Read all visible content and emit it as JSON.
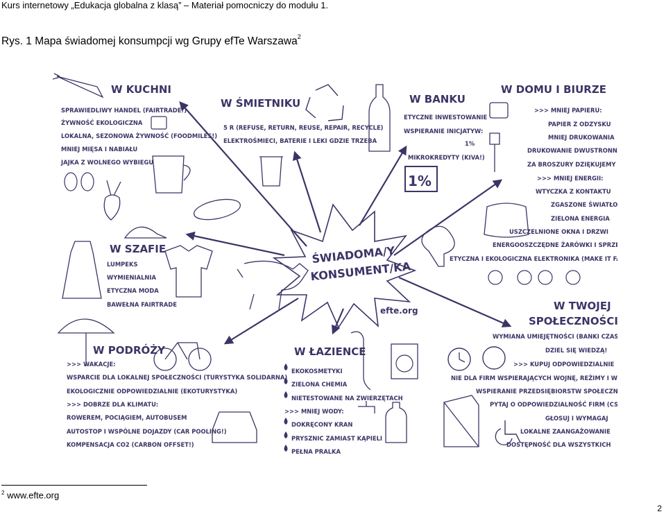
{
  "header": {
    "running_title": "Kurs internetowy „Edukacja globalna z klasą” – Materiał pomocniczy do modułu 1."
  },
  "caption": {
    "text": "Rys. 1 Mapa świadomej konsumpcji wg Grupy efTe Warszawa",
    "footnote_ref": "2"
  },
  "map": {
    "center": {
      "line1": "ŚWIADOMA/Y",
      "line2": "KONSUMENT/KA",
      "logo": "efte.org"
    },
    "kuchnia": {
      "title": "W KUCHNI",
      "items": [
        "SPRAWIEDLIWY HANDEL (FAIRTRADE!)",
        "ŻYWNOŚĆ EKOLOGICZNA",
        "LOKALNA, SEZONOWA ŻYWNOŚĆ (FOODMILES!)",
        "MNIEJ MIĘSA I NABIAŁU",
        "JAJKA Z WOLNEGO WYBIEGU"
      ]
    },
    "smietnik": {
      "title": "W ŚMIETNIKU",
      "items": [
        "5 R (REFUSE, RETURN, REUSE, REPAIR, RECYCLE)",
        "ELEKTROŚMIECI, BATERIE I LEKI GDZIE TRZEBA"
      ]
    },
    "bank": {
      "title": "W BANKU",
      "items": [
        "ETYCZNE INWESTOWANIE",
        "WSPIERANIE INICJATYW:",
        "1%",
        "MIKROKREDYTY (KIVA!)"
      ],
      "percent_sign": "1%"
    },
    "dom": {
      "title": "W DOMU I BIURZE",
      "items": [
        ">>> MNIEJ PAPIERU:",
        "PAPIER Z ODZYSKU",
        "MNIEJ DRUKOWANIA",
        "DRUKOWANIE DWUSTRONNE",
        "ZA BROSZURY DZIĘKUJEMY",
        ">>> MNIEJ ENERGII:",
        "WTYCZKA Z KONTAKTU",
        "ZGASZONE ŚWIATŁO",
        "ZIELONA ENERGIA",
        "USZCZELNIONE OKNA I DRZWI",
        "ENERGOOSZCZĘDNE ŻARÓWKI I SPRZĘTY",
        "ETYCZNA I EKOLOGICZNA ELEKTRONIKA (MAKE IT FAIR)"
      ]
    },
    "szafa": {
      "title": "W SZAFIE",
      "items": [
        "LUMPEKS",
        "WYMIENIALNIA",
        "ETYCZNA MODA",
        "BAWEŁNA FAIRTRADE"
      ]
    },
    "podroze": {
      "title": "W PODRÓŻY",
      "items": [
        ">>> WAKACJE:",
        "WSPARCIE DLA LOKALNEJ SPOŁECZNOŚCI (TURYSTYKA SOLIDARNA)",
        "EKOLOGICZNIE ODPOWIEDZIALNIE (EKOTURYSTYKA)",
        ">>> DOBRZE DLA KLIMATU:",
        "ROWEREM, POCIĄGIEM, AUTOBUSEM",
        "AUTOSTOP I WSPÓLNE DOJAZDY (CAR POOLING!)",
        "KOMPENSACJA CO2 (CARBON OFFSET!)"
      ]
    },
    "lazienka": {
      "title": "W ŁAZIENCE",
      "items": [
        "EKOKOSMETYKI",
        "ZIELONA CHEMIA",
        "NIETESTOWANE NA ZWIERZĘTACH",
        ">>> MNIEJ WODY:",
        "DOKRĘCONY KRAN",
        "PRYSZNIC ZAMIAST KĄPIELI",
        "PEŁNA PRALKA"
      ]
    },
    "spolecznosc": {
      "title_line1": "W TWOJEJ",
      "title_line2": "SPOŁECZNOŚCI",
      "items": [
        "WYMIANA UMIEJĘTNOŚCI (BANKI CZASU)",
        "DZIEL SIĘ WIEDZĄ!",
        ">>> KUPUJ ODPOWIEDZIALNIE",
        "NIE DLA FIRM WSPIERAJĄCYCH WOJNĘ, REŻIMY I WYZYSK",
        "WSPIERANIE PRZEDSIĘBIORSTW SPOŁECZNYCH",
        "PYTAJ O ODPOWIEDZIALNOŚĆ FIRM (CSR)",
        "GŁOSUJ I WYMAGAJ",
        "LOKALNE ZAANGAŻOWANIE",
        "DOSTĘPNOŚĆ DLA WSZYSTKICH"
      ]
    }
  },
  "footnote": {
    "number": "2",
    "text": "www.efte.org"
  },
  "page_number": "2",
  "colors": {
    "ink": "#3b3566"
  }
}
